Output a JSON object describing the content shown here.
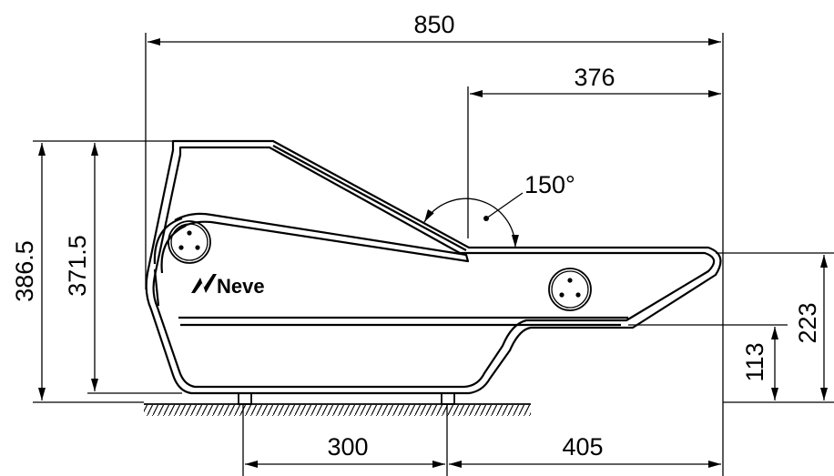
{
  "dimensions": {
    "overall_length": "850",
    "hinge_offset": "376",
    "height_total": "386.5",
    "height_body": "371.5",
    "angle": "150°",
    "front_height": "223",
    "front_lower_height": "113",
    "foot_spacing": "300",
    "rear_offset": "405"
  },
  "logo": {
    "text": "Neve"
  },
  "icons": [
    "connector-icon",
    "connector-icon",
    "neve-logo-icon"
  ]
}
